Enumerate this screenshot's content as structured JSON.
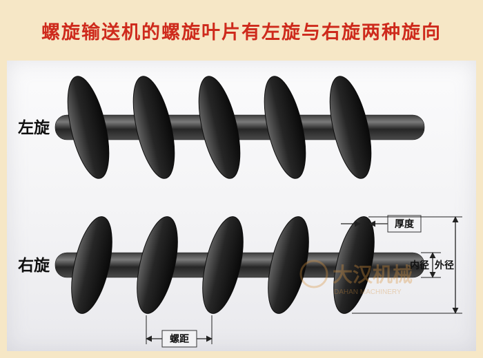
{
  "banner": {
    "title": "螺旋输送机的螺旋叶片有左旋与右旋两种旋向"
  },
  "labels": {
    "left_spiral": "左旋",
    "right_spiral": "右旋"
  },
  "dimensions": {
    "thickness": "厚度",
    "inner_diameter": "内径",
    "outer_diameter": "外径",
    "pitch": "螺距"
  },
  "watermark": {
    "text": "大汉机械",
    "subtext": "DAHAN MACHINERY"
  },
  "colors": {
    "banner_bg": "#f6e7c6",
    "banner_text": "#ce2a1c",
    "photo_bg": "#f3f3f5",
    "metal_dark": "#0c0c0c",
    "metal_light": "#777777",
    "dim_line": "#222222",
    "watermark": "#d89441"
  }
}
